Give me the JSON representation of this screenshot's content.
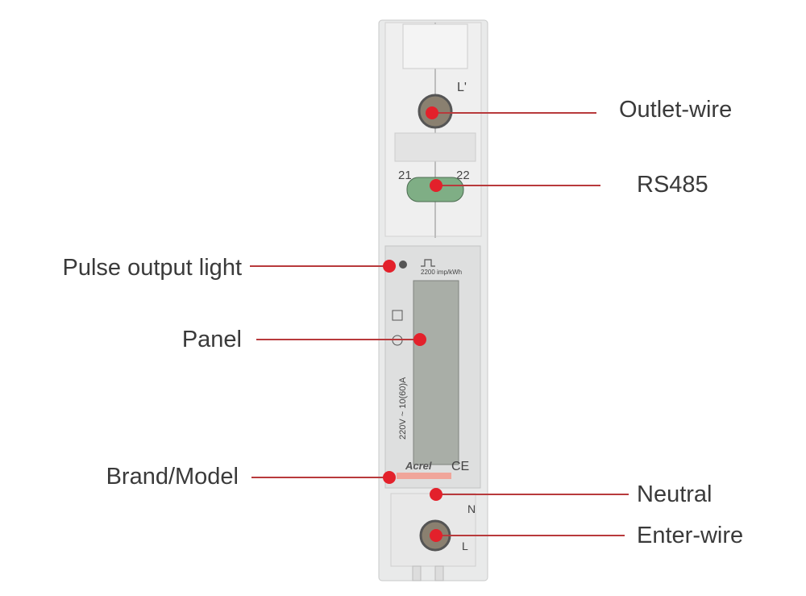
{
  "labels": {
    "outlet_wire": "Outlet-wire",
    "rs485": "RS485",
    "pulse_light": "Pulse output light",
    "panel": "Panel",
    "brand_model": "Brand/Model",
    "neutral": "Neutral",
    "enter_wire": "Enter-wire"
  },
  "meter": {
    "terminal_top": "L'",
    "rs485_left": "21",
    "rs485_right": "22",
    "pulse_rate": "2200 imp/kWh",
    "rating": "220V ~ 10(60)A",
    "brand": "Acrel",
    "ce_mark": "CE",
    "terminal_n": "N",
    "terminal_l": "L"
  },
  "colors": {
    "callout": "#e3212b",
    "line": "#b83a3c"
  }
}
